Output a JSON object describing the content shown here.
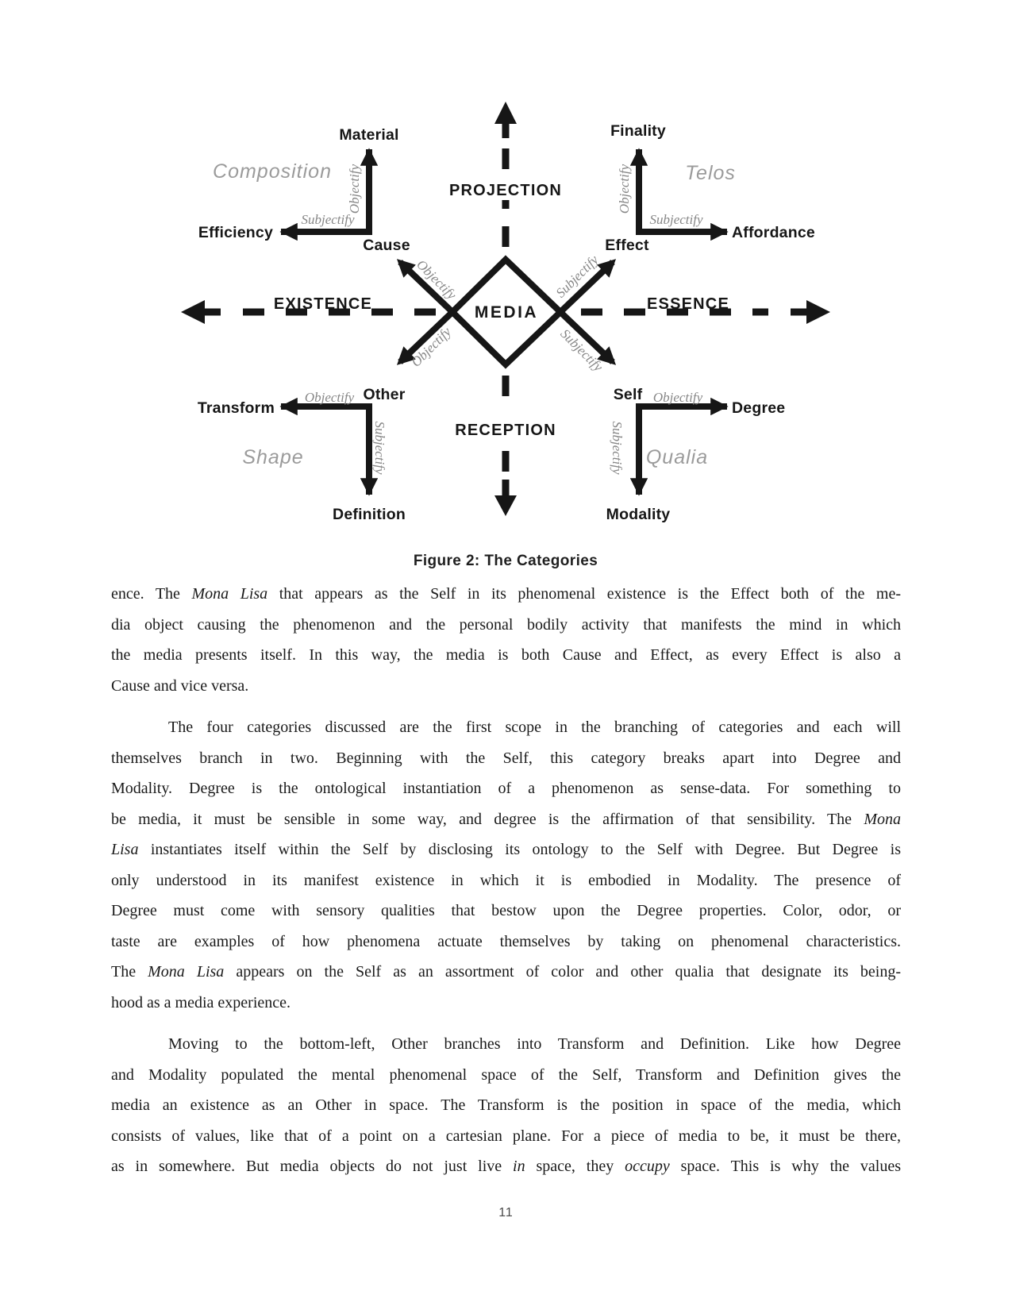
{
  "colors": {
    "ink": "#1a1a1a",
    "diagram_stroke": "#161616",
    "group_label_gray": "#9b9b9b",
    "script_label_gray": "#878787",
    "page_number_gray": "#4a4a4a"
  },
  "figure": {
    "caption": "Figure 2: The Categories",
    "center_label": "MEDIA",
    "axes": {
      "top": "PROJECTION",
      "bottom": "RECEPTION",
      "left": "EXISTENCE",
      "right": "ESSENCE"
    },
    "corners": {
      "cause": "Cause",
      "effect": "Effect",
      "other": "Other",
      "self": "Self"
    },
    "branches": {
      "material": "Material",
      "efficiency": "Efficiency",
      "finality": "Finality",
      "affordance": "Affordance",
      "transform": "Transform",
      "definition": "Definition",
      "degree": "Degree",
      "modality": "Modality"
    },
    "groups": {
      "composition": "Composition",
      "telos": "Telos",
      "shape": "Shape",
      "qualia": "Qualia"
    },
    "relations": {
      "objectify": "Objectify",
      "subjectify": "Subjectify"
    }
  },
  "body": {
    "paragraphs": [
      {
        "lines": [
          {
            "segs": [
              {
                "t": "ence. The "
              },
              {
                "t": "Mona Lisa",
                "i": true
              },
              {
                "t": " that appears as the Self in its phenomenal existence is the Effect both of the me-"
              }
            ]
          },
          {
            "segs": [
              {
                "t": "dia object causing the phenomenon and the personal bodily activity that manifests the mind in which"
              }
            ]
          },
          {
            "segs": [
              {
                "t": "the media presents itself. In this way, the media is both Cause and Effect, as every Effect is also a"
              }
            ]
          },
          {
            "last": true,
            "segs": [
              {
                "t": "Cause and vice versa."
              }
            ]
          }
        ]
      },
      {
        "lines": [
          {
            "indent": true,
            "segs": [
              {
                "t": "The four categories discussed are the first scope in the branching of categories and each will"
              }
            ]
          },
          {
            "segs": [
              {
                "t": "themselves branch in two. Beginning with the Self, this category breaks apart into Degree and"
              }
            ]
          },
          {
            "segs": [
              {
                "t": "Modality. Degree is the ontological instantiation of a phenomenon as sense-data. For something to"
              }
            ]
          },
          {
            "segs": [
              {
                "t": "be media, it must be sensible in some way, and degree is the affirmation of that sensibility. The "
              },
              {
                "t": "Mona",
                "i": true
              }
            ]
          },
          {
            "segs": [
              {
                "t": "Lisa",
                "i": true
              },
              {
                "t": " instantiates itself within the Self by disclosing its ontology to the Self with Degree. But Degree is"
              }
            ]
          },
          {
            "segs": [
              {
                "t": "only understood in its manifest existence in which it is embodied in Modality. The presence of"
              }
            ]
          },
          {
            "segs": [
              {
                "t": "Degree must come with sensory qualities that bestow upon the Degree properties. Color, odor, or"
              }
            ]
          },
          {
            "segs": [
              {
                "t": "taste are examples of how phenomena actuate themselves by taking on phenomenal characteristics."
              }
            ]
          },
          {
            "segs": [
              {
                "t": "The "
              },
              {
                "t": "Mona Lisa",
                "i": true
              },
              {
                "t": " appears on the Self as an assortment of color and other qualia that designate its being-"
              }
            ]
          },
          {
            "last": true,
            "segs": [
              {
                "t": "hood as a media experience."
              }
            ]
          }
        ]
      },
      {
        "lines": [
          {
            "indent": true,
            "segs": [
              {
                "t": "Moving to the bottom-left, Other branches into Transform and Definition. Like how Degree"
              }
            ]
          },
          {
            "segs": [
              {
                "t": "and Modality populated the mental phenomenal space of the Self, Transform and Definition gives the"
              }
            ]
          },
          {
            "segs": [
              {
                "t": "media an existence as an Other in space. The Transform is the position in space of the media, which"
              }
            ]
          },
          {
            "segs": [
              {
                "t": "consists of values, like that of a point on a cartesian plane. For a piece of media to be, it must be there,"
              }
            ]
          },
          {
            "segs": [
              {
                "t": "as in somewhere. But media objects do not just live "
              },
              {
                "t": "in",
                "i": true
              },
              {
                "t": " space, they "
              },
              {
                "t": "occupy",
                "i": true
              },
              {
                "t": " space. This is why the values"
              }
            ]
          }
        ]
      }
    ]
  },
  "page": {
    "number": "11"
  }
}
